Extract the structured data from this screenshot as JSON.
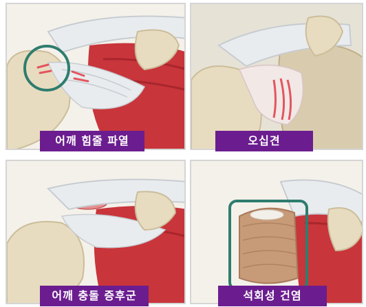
{
  "panels": [
    {
      "label": "어깨 힘줄 파열",
      "highlight": "circle",
      "illustration": "shoulder-rotator-cuff-tear"
    },
    {
      "label": "오십견",
      "highlight": "none",
      "illustration": "shoulder-frozen-shoulder"
    },
    {
      "label": "어깨 충돌 증후군",
      "highlight": "none",
      "illustration": "shoulder-impingement"
    },
    {
      "label": "석회성 건염",
      "highlight": "rounded-rect",
      "illustration": "shoulder-calcific-tendinitis"
    }
  ],
  "colors": {
    "label_bg": "#6b1d8f",
    "label_text": "#ffffff",
    "highlight_ring": "#2e7d6e",
    "bone": "#e8dcc0",
    "muscle": "#c8353b",
    "tendon": "#e9ecef"
  }
}
